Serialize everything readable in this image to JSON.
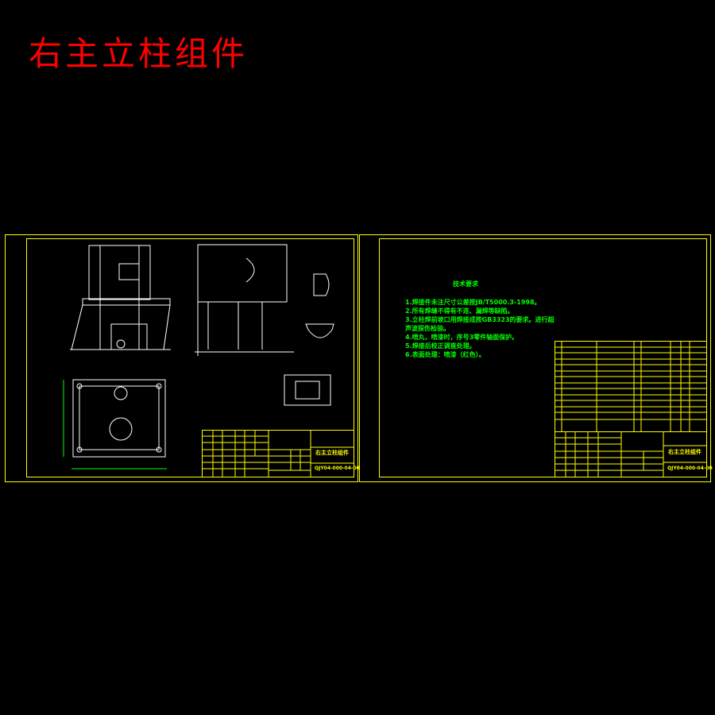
{
  "title": "右主立柱组件",
  "colors": {
    "title": "#ff0000",
    "frame": "#ffff00",
    "drawing": "#ffffff",
    "text": "#00ff00",
    "background": "#000000"
  },
  "tech_requirements": {
    "heading": "技术要求",
    "items": [
      "1.焊接件未注尺寸公差按JB/T5000.3-1998。",
      "2.所有焊缝不得有不连、漏焊等缺陷。",
      "3.立柱焊前坡口用焊接成按GB3323的要求。进行超",
      "声波探伤检验。",
      "4.喷丸，喷漆时，序号3零件轴面保护。",
      "5.焊接后校正调直处理。",
      "6.表面处理：喷漆（红色）。"
    ]
  },
  "sheets": [
    {
      "name": "右主立柱组件",
      "drawing_no": "QJY04-000-04-00"
    },
    {
      "name": "右主立柱组件",
      "drawing_no": "QJY04-000-04-00"
    }
  ]
}
